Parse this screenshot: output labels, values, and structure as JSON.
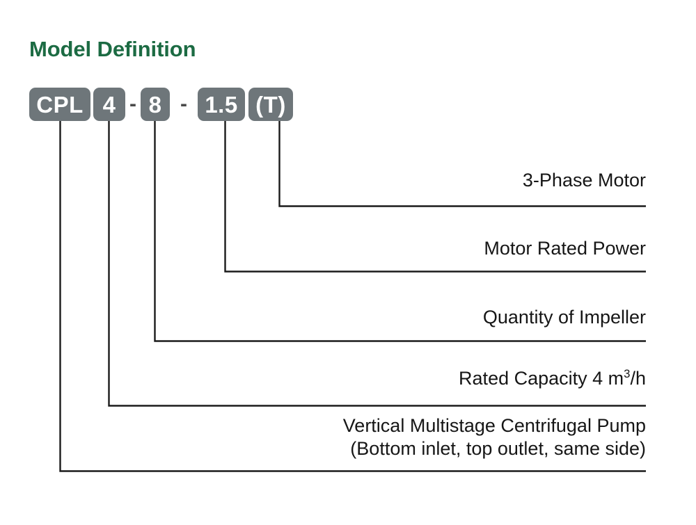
{
  "page": {
    "title": "Model Definition",
    "title_color": "#1c6b43",
    "background_color": "#ffffff",
    "line_color": "#1a1a1a",
    "chip_color": "#6e767a",
    "chip_text_color": "#ffffff",
    "label_color": "#161616"
  },
  "model_code": {
    "full_code": "CPL 4 - 8 - 1.5 (T)",
    "segments": [
      {
        "id": "series",
        "type": "chip",
        "text": "CPL"
      },
      {
        "id": "capacity",
        "type": "chip",
        "text": "4"
      },
      {
        "id": "sep1",
        "type": "separator",
        "text": "-"
      },
      {
        "id": "stages",
        "type": "chip",
        "text": "8"
      },
      {
        "id": "sep2",
        "type": "separator",
        "text": "-"
      },
      {
        "id": "power",
        "type": "chip",
        "text": "1.5"
      },
      {
        "id": "phase",
        "type": "chip",
        "text": "(T)"
      }
    ]
  },
  "callouts": [
    {
      "id": "phase",
      "source_chip": "(T)",
      "text": "3-Phase Motor"
    },
    {
      "id": "power",
      "source_chip": "1.5",
      "text": "Motor Rated Power"
    },
    {
      "id": "impeller",
      "source_chip": "8",
      "text": "Quantity of Impeller"
    },
    {
      "id": "capacity",
      "source_chip": "4",
      "text_prefix": "Rated Capacity  4 m",
      "superscript": "3",
      "text_suffix": "/h"
    },
    {
      "id": "pump",
      "source_chip": "CPL",
      "line1": "Vertical Multistage Centrifugal Pump",
      "line2": "(Bottom inlet, top outlet, same side)"
    }
  ]
}
